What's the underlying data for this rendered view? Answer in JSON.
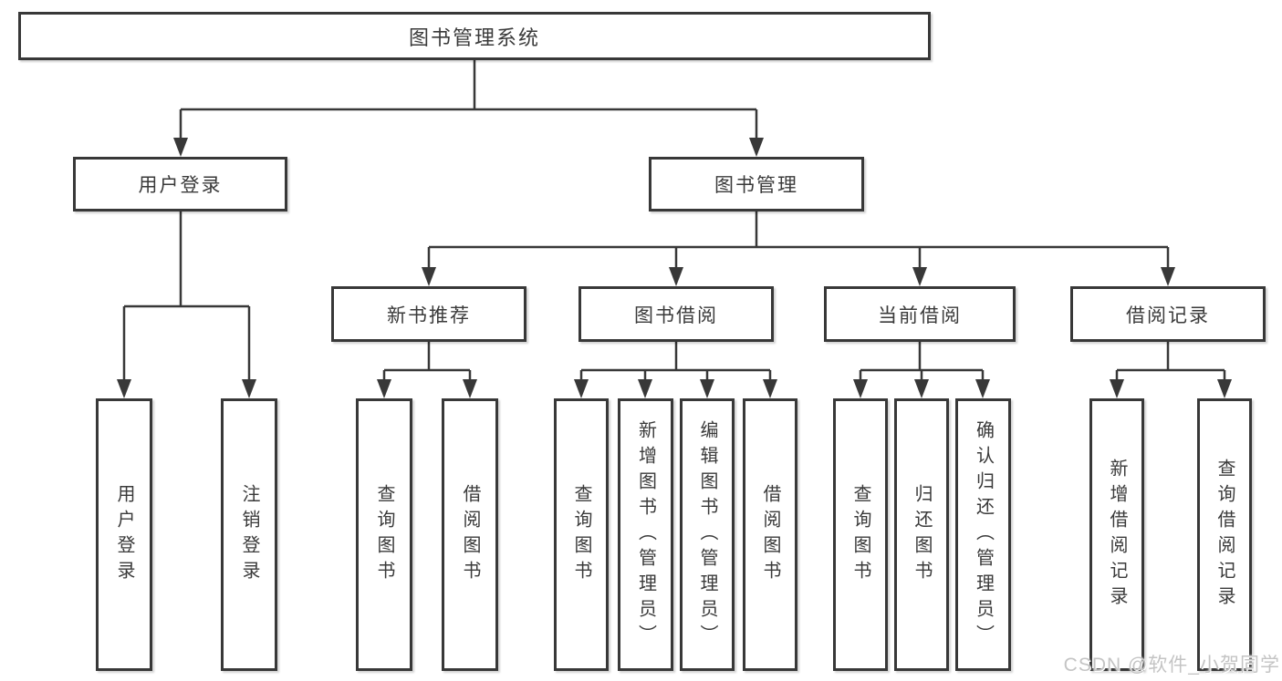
{
  "diagram": {
    "title": "图书管理系统",
    "root": {
      "label": "图书管理系统"
    },
    "branches": [
      {
        "label": "用户登录",
        "children": [
          {
            "label": "用户登录"
          },
          {
            "label": "注销登录"
          }
        ]
      },
      {
        "label": "图书管理",
        "children": [
          {
            "label": "新书推荐",
            "children": [
              {
                "label": "查询图书"
              },
              {
                "label": "借阅图书"
              }
            ]
          },
          {
            "label": "图书借阅",
            "children": [
              {
                "label": "查询图书"
              },
              {
                "label": "新增图书（管理员）"
              },
              {
                "label": "编辑图书（管理员）"
              },
              {
                "label": "借阅图书"
              }
            ]
          },
          {
            "label": "当前借阅",
            "children": [
              {
                "label": "查询图书"
              },
              {
                "label": "归还图书"
              },
              {
                "label": "确认归还（管理员）"
              }
            ]
          },
          {
            "label": "借阅记录",
            "children": [
              {
                "label": "新增借阅记录"
              },
              {
                "label": "查询借阅记录"
              }
            ]
          }
        ]
      }
    ],
    "colors": {
      "line": "#383838",
      "box_background": "#ffffff",
      "text": "#3a3a3a",
      "watermark": "#c1c1c1"
    }
  },
  "watermark": {
    "text": "CSDN @软件_小贺同学"
  }
}
